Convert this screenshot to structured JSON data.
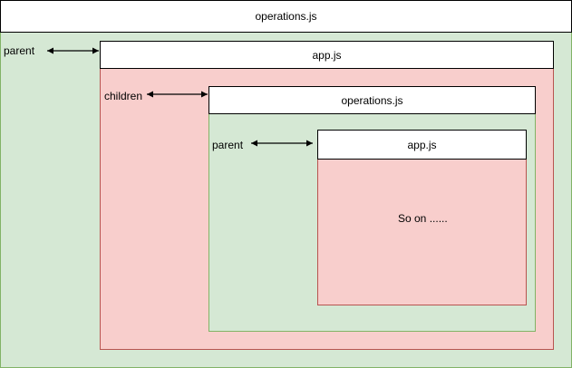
{
  "colors": {
    "green_fill": "#d5e8d4",
    "green_stroke": "#82b366",
    "red_fill": "#f8cecc",
    "red_stroke": "#b85450",
    "header_fill": "#ffffff",
    "header_stroke": "#000000"
  },
  "level1": {
    "title": "operations.js",
    "relation_label": "parent"
  },
  "level2": {
    "title": "app.js",
    "relation_label": "children"
  },
  "level3": {
    "title": "operations.js",
    "relation_label": "parent"
  },
  "level4": {
    "title": "app.js",
    "body_text": "So on ......"
  }
}
